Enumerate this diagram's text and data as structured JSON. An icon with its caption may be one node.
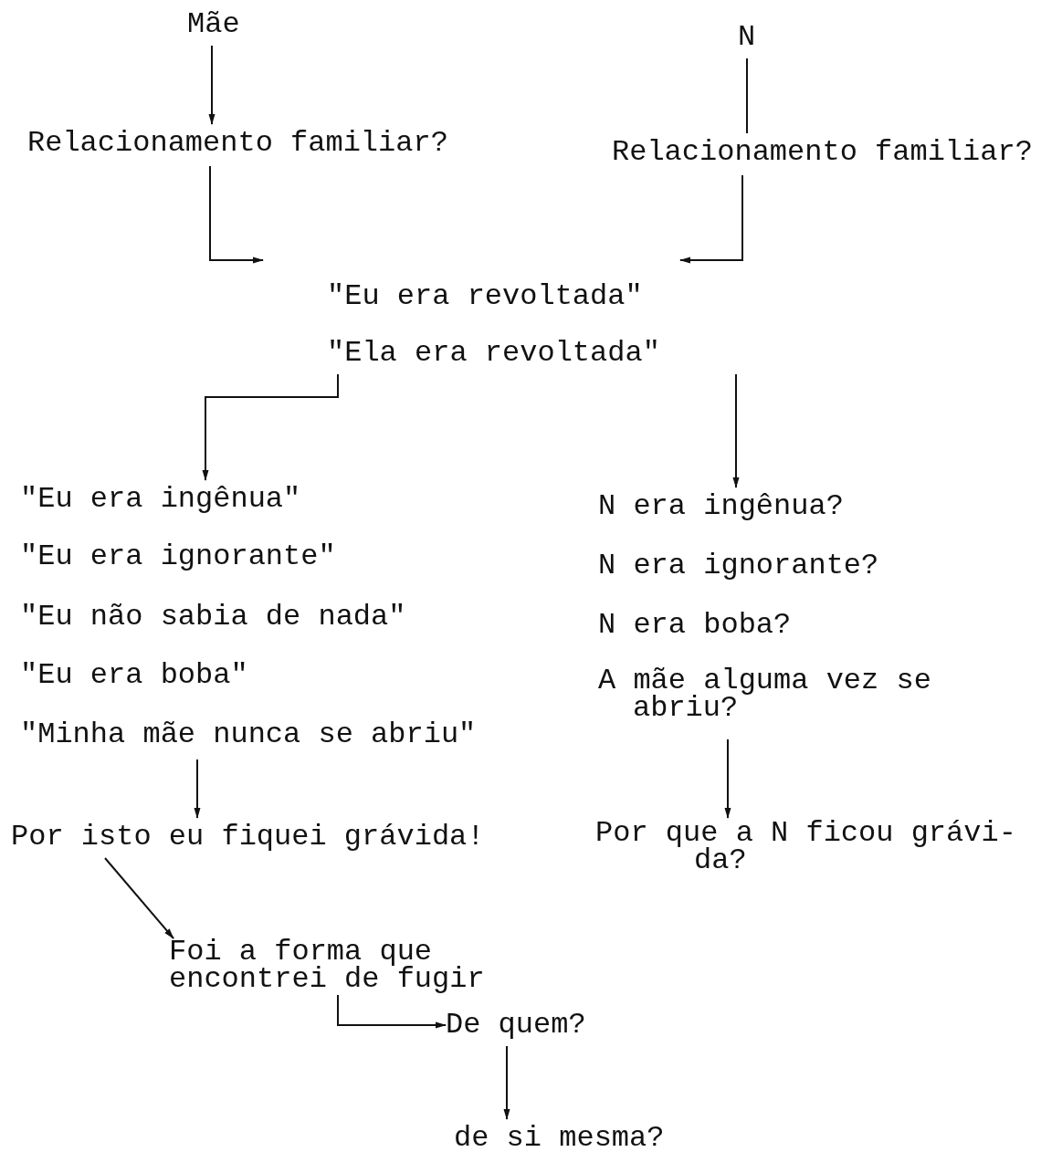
{
  "diagram": {
    "nodes": [
      {
        "text": [
          "Mãe"
        ]
      },
      {
        "text": [
          "N"
        ]
      },
      {
        "text": [
          "Relacionamento familiar?"
        ]
      },
      {
        "text": [
          "Relacionamento familiar?"
        ]
      },
      {
        "text": [
          "\"Eu era revoltada\"",
          "\"Ela era revoltada\""
        ]
      },
      {
        "text": [
          "\"Eu era ingênua\"",
          "\"Eu era ignorante\"",
          "\"Eu não sabia de nada\"",
          "\"Eu era boba\"",
          "\"Minha mãe nunca se abriu\""
        ]
      },
      {
        "text": [
          "N era ingênua?",
          "N era ignorante?",
          "N era boba?",
          "A mãe alguma vez se abriu?"
        ]
      },
      {
        "text": [
          "Por isto eu fiquei grávida!"
        ]
      },
      {
        "text": [
          "Por que a N ficou grávi- da?"
        ]
      },
      {
        "text": [
          "Foi a forma que encontrei de fugir"
        ]
      },
      {
        "text": [
          "De quem?"
        ]
      },
      {
        "text": [
          "de si mesma?"
        ]
      }
    ],
    "edges": [
      {
        "from": 0,
        "to": 2,
        "arrow": "to"
      },
      {
        "from": 1,
        "to": 3,
        "arrow": "none"
      },
      {
        "from": 2,
        "to": 4,
        "arrow": "to"
      },
      {
        "from": 3,
        "to": 4,
        "arrow": "to"
      },
      {
        "from": 4,
        "to": 5,
        "arrow": "to"
      },
      {
        "from": 4,
        "to": 6,
        "arrow": "to"
      },
      {
        "from": 5,
        "to": 7,
        "arrow": "to"
      },
      {
        "from": 6,
        "to": 8,
        "arrow": "to"
      },
      {
        "from": 7,
        "to": 9,
        "arrow": "to"
      },
      {
        "from": 9,
        "to": 10,
        "arrow": "to"
      },
      {
        "from": 10,
        "to": 11,
        "arrow": "to"
      }
    ]
  }
}
